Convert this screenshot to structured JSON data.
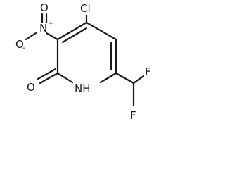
{
  "molecule": {
    "atoms": {
      "chlorine": "Cl",
      "nitro_nitrogen": "N",
      "nitro_oxygen_double": "O",
      "nitro_oxygen_single": "O",
      "nitro_n_charge": "+",
      "nitro_o_charge": "-",
      "carbonyl_oxygen": "O",
      "ring_nitrogen": "NH",
      "fluorine_top": "F",
      "fluorine_bottom": "F"
    }
  }
}
